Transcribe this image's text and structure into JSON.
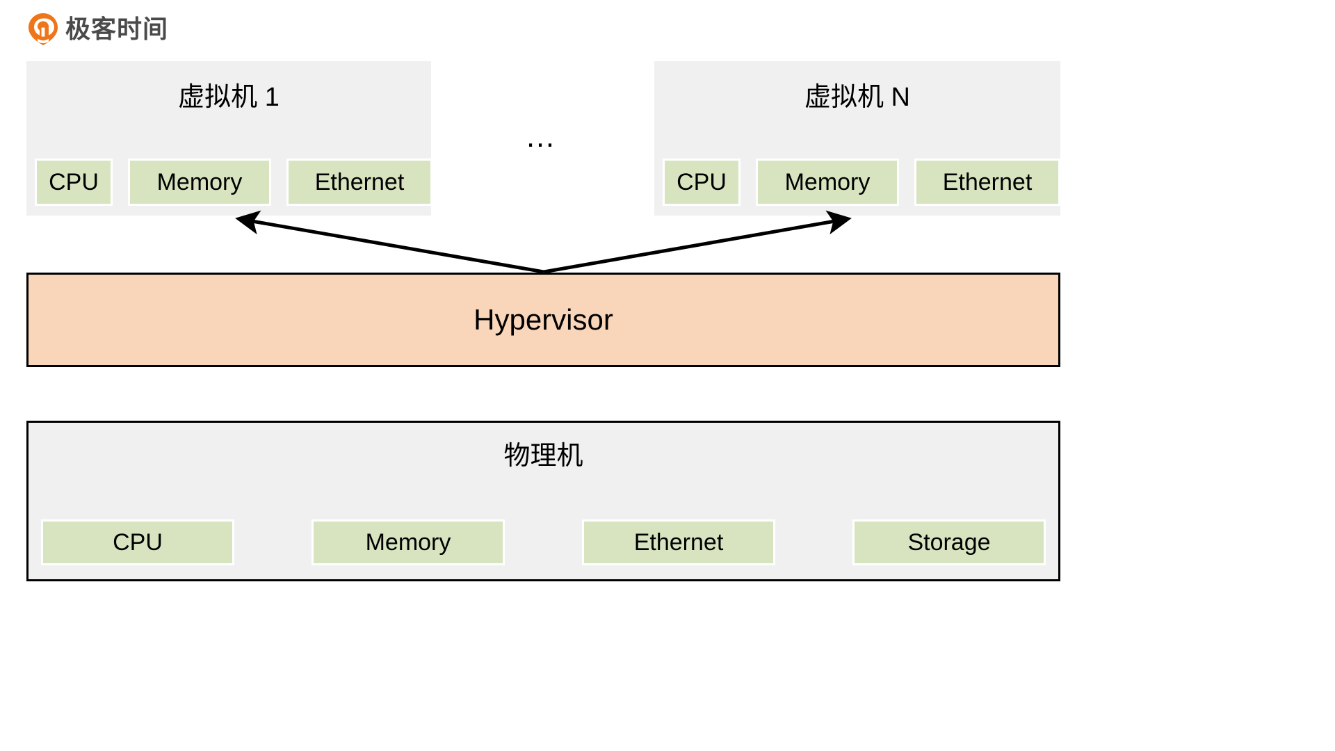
{
  "brand": {
    "logo_icon": "geektime-pin-icon",
    "name": "极客时间",
    "mark_color": "#ef7518"
  },
  "colors": {
    "vm_box_bg": "#f0f0f0",
    "resource_box_bg": "#d7e4bf",
    "hypervisor_bg": "#f9d6b9",
    "border": "#000000",
    "brand_orange": "#ef7518",
    "brand_text": "#4a4a4a"
  },
  "diagram": {
    "ellipsis": "…",
    "virtual_machines": [
      {
        "title": "虚拟机 1",
        "resources": [
          "CPU",
          "Memory",
          "Ethernet"
        ]
      },
      {
        "title": "虚拟机 N",
        "resources": [
          "CPU",
          "Memory",
          "Ethernet"
        ]
      }
    ],
    "hypervisor": {
      "label": "Hypervisor"
    },
    "physical_machine": {
      "title": "物理机",
      "resources": [
        "CPU",
        "Memory",
        "Ethernet",
        "Storage"
      ]
    },
    "connections": [
      {
        "from": "hypervisor",
        "to": "virtual-machine-1",
        "style": "arrow"
      },
      {
        "from": "hypervisor",
        "to": "virtual-machine-n",
        "style": "arrow"
      }
    ]
  }
}
